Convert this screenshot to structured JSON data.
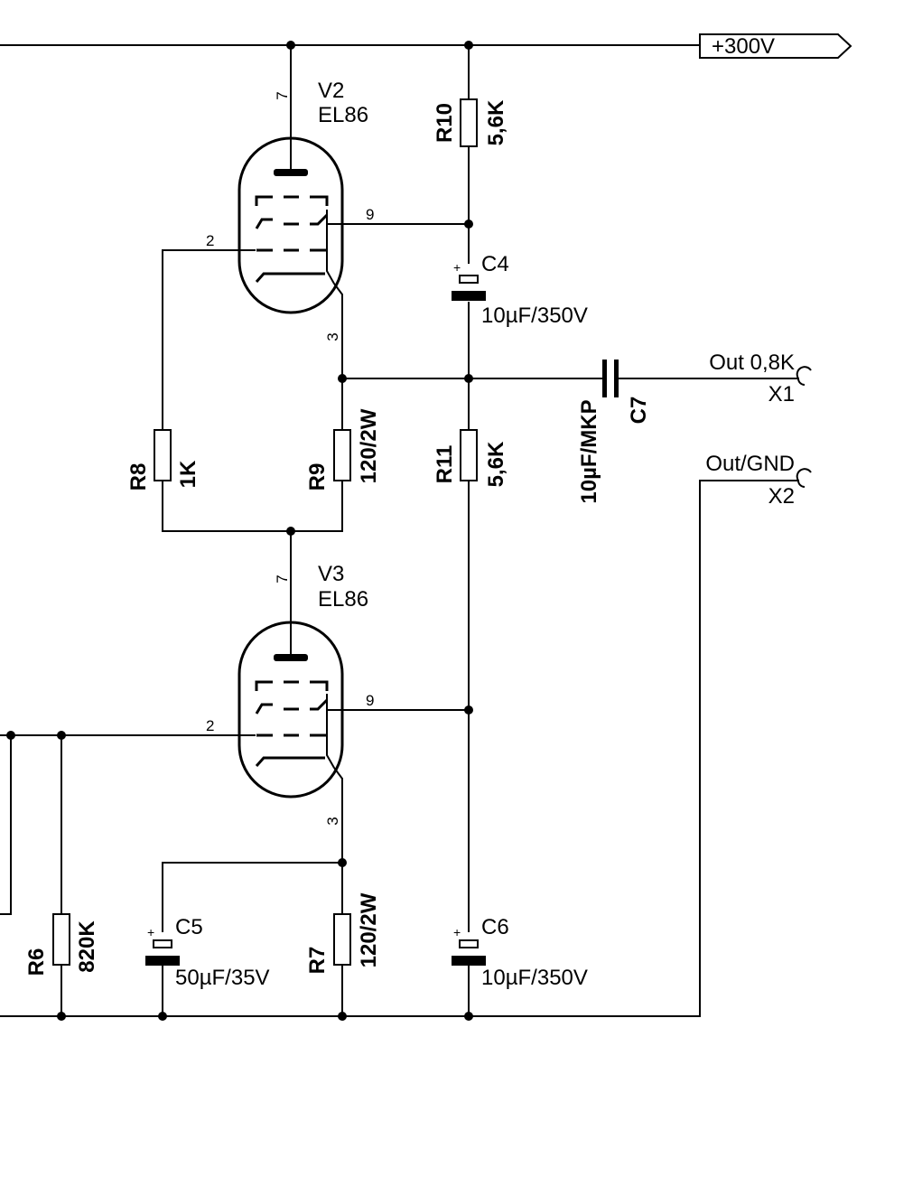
{
  "power_rail": {
    "label": "+300V"
  },
  "tubes": [
    {
      "ref": "V2",
      "type": "EL86",
      "pins": {
        "anode": "7",
        "screen": "9",
        "grid": "2",
        "cathode": "3"
      }
    },
    {
      "ref": "V3",
      "type": "EL86",
      "pins": {
        "anode": "7",
        "screen": "9",
        "grid": "2",
        "cathode": "3"
      }
    }
  ],
  "resistors": [
    {
      "ref": "R10",
      "value": "5,6K"
    },
    {
      "ref": "R11",
      "value": "5,6K"
    },
    {
      "ref": "R8",
      "value": "1K"
    },
    {
      "ref": "R9",
      "value": "120/2W"
    },
    {
      "ref": "R7",
      "value": "120/2W"
    },
    {
      "ref": "R6",
      "value": "820K"
    }
  ],
  "capacitors": [
    {
      "ref": "C4",
      "value": "10µF/350V",
      "polarity": "+"
    },
    {
      "ref": "C5",
      "value": "50µF/35V",
      "polarity": "+"
    },
    {
      "ref": "C6",
      "value": "10µF/350V",
      "polarity": "+"
    },
    {
      "ref": "C7",
      "value": "10µF/MKP"
    }
  ],
  "connectors": [
    {
      "ref": "X1",
      "label": "Out 0,8K"
    },
    {
      "ref": "X2",
      "label": "Out/GND"
    }
  ]
}
